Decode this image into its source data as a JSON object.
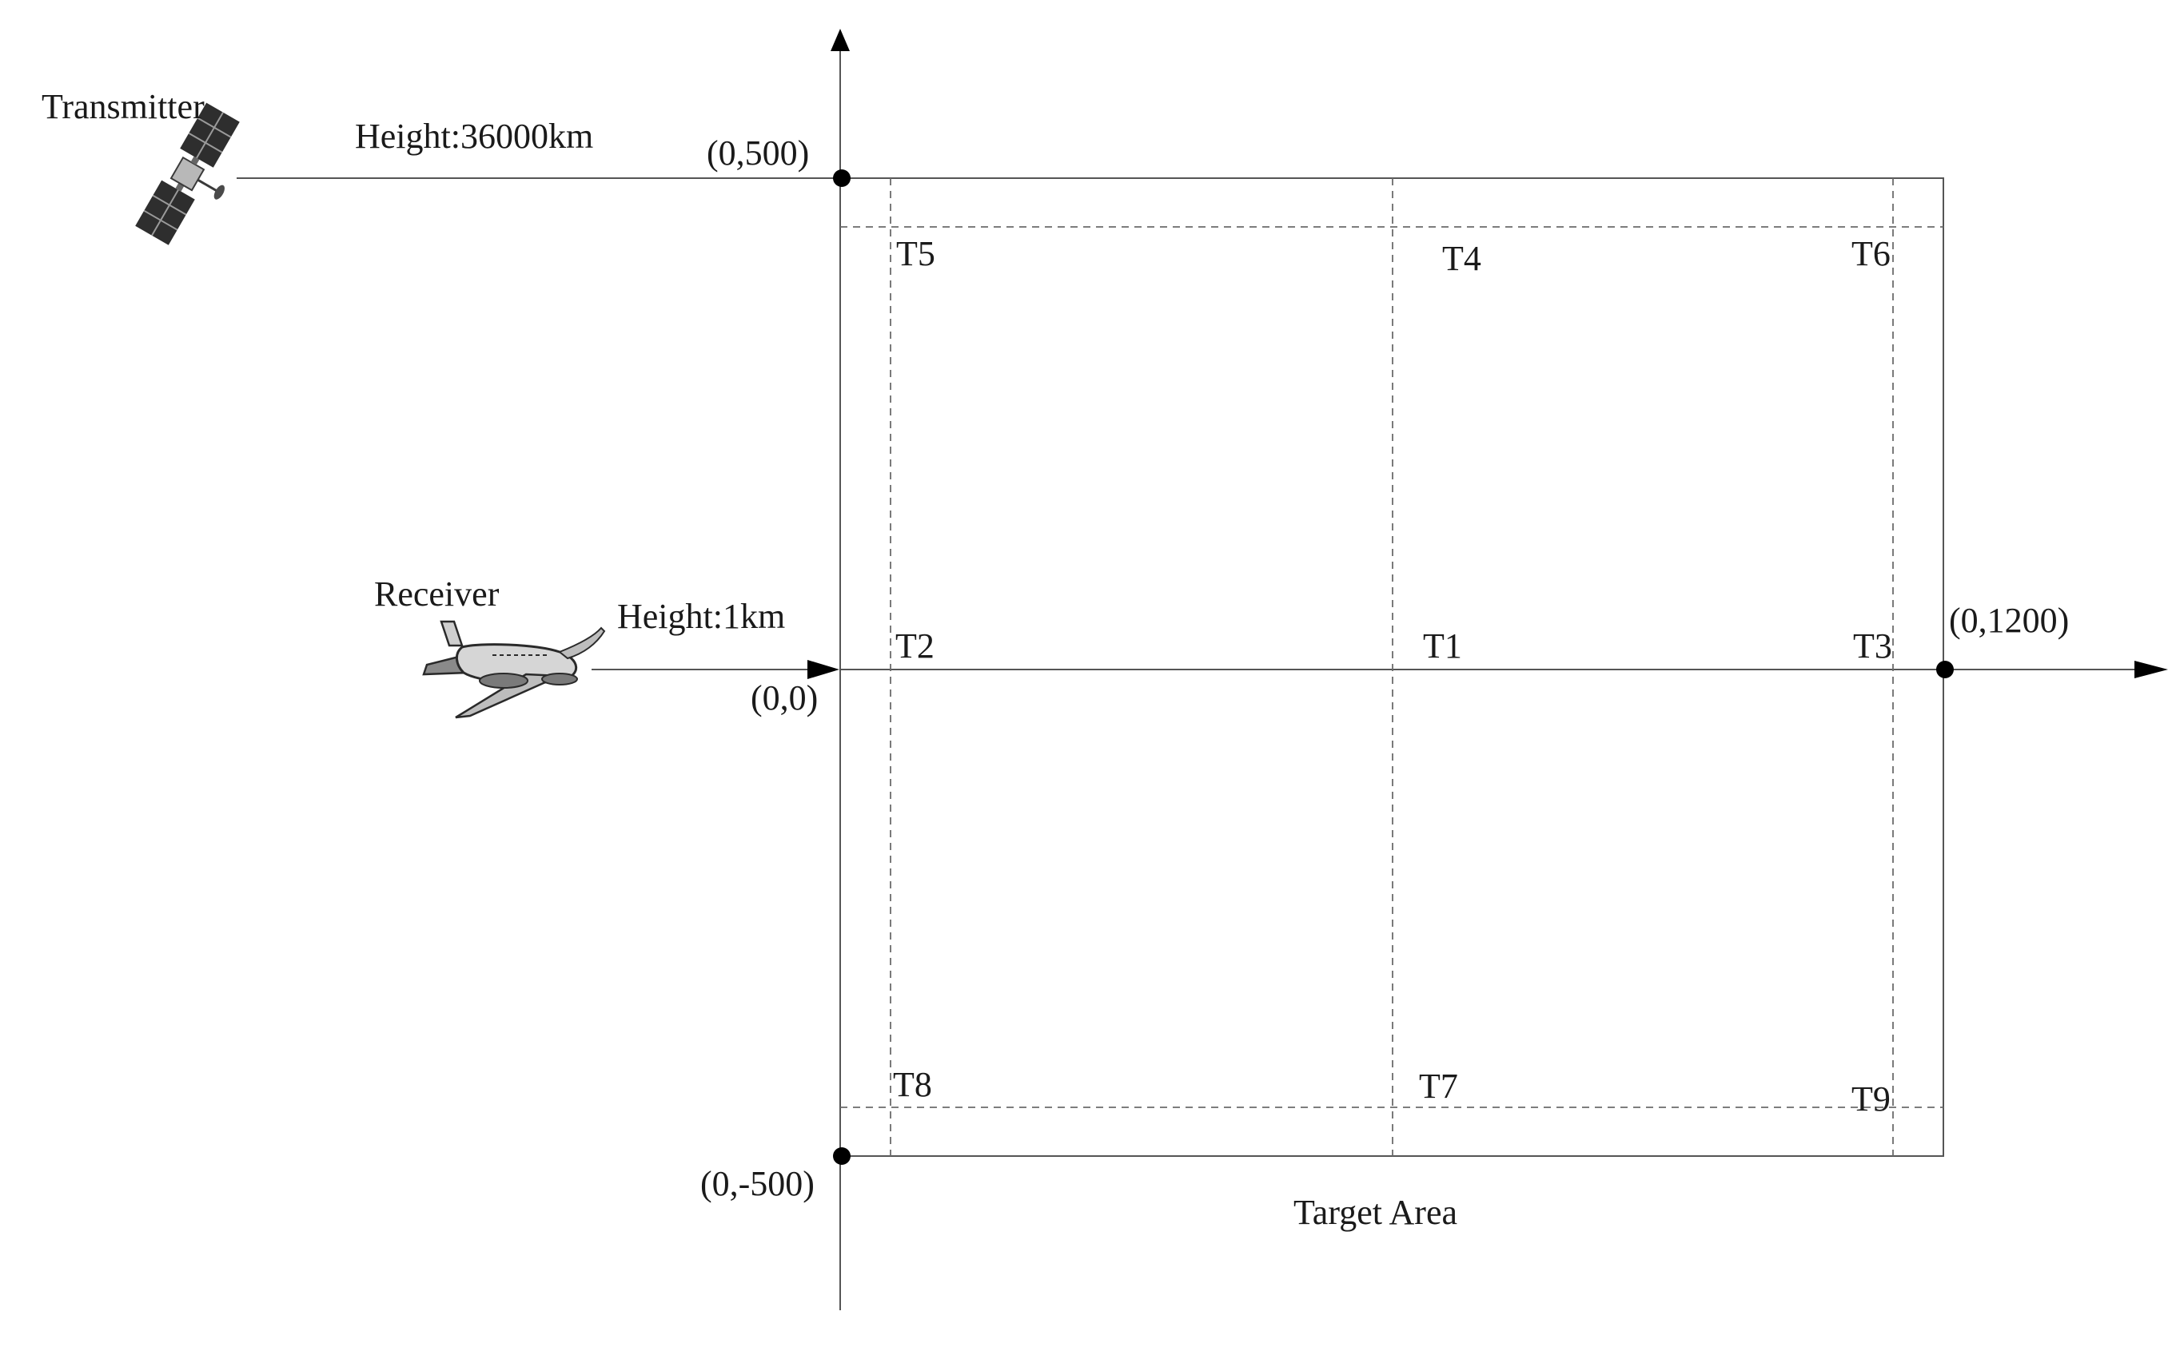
{
  "transmitter": {
    "label": "Transmitter",
    "height": "Height:36000km",
    "icon": "satellite-icon"
  },
  "receiver": {
    "label": "Receiver",
    "height": "Height:1km",
    "icon": "airplane-icon"
  },
  "coordinates": {
    "top_left": "(0,500)",
    "origin": "(0,0)",
    "bottom_left": "(0,-500)",
    "right": "(0,1200)"
  },
  "targets": {
    "t1": "T1",
    "t2": "T2",
    "t3": "T3",
    "t4": "T4",
    "t5": "T5",
    "t6": "T6",
    "t7": "T7",
    "t8": "T8",
    "t9": "T9"
  },
  "area_caption": "Target Area",
  "colors": {
    "line": "#555555",
    "dashed": "#6b6b6b",
    "marker": "#000000"
  }
}
